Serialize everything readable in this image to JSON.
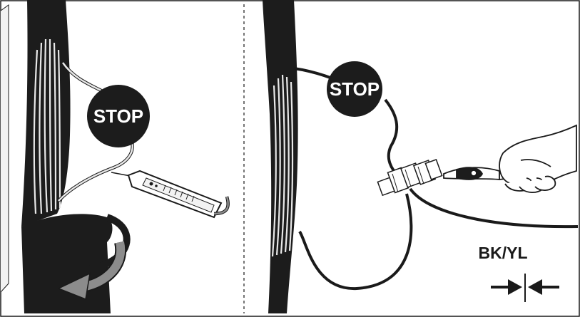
{
  "left_panel": {
    "stop_label": "STOP"
  },
  "right_panel": {
    "stop_label": "STOP",
    "wire_color_code": "BK/YL"
  },
  "colors": {
    "ink": "#1a1a1a",
    "harness_dark": "#1c1c1c",
    "wire_light": "#e8e8e8",
    "arrow_gray": "#8c8c8c",
    "background": "#ffffff"
  }
}
